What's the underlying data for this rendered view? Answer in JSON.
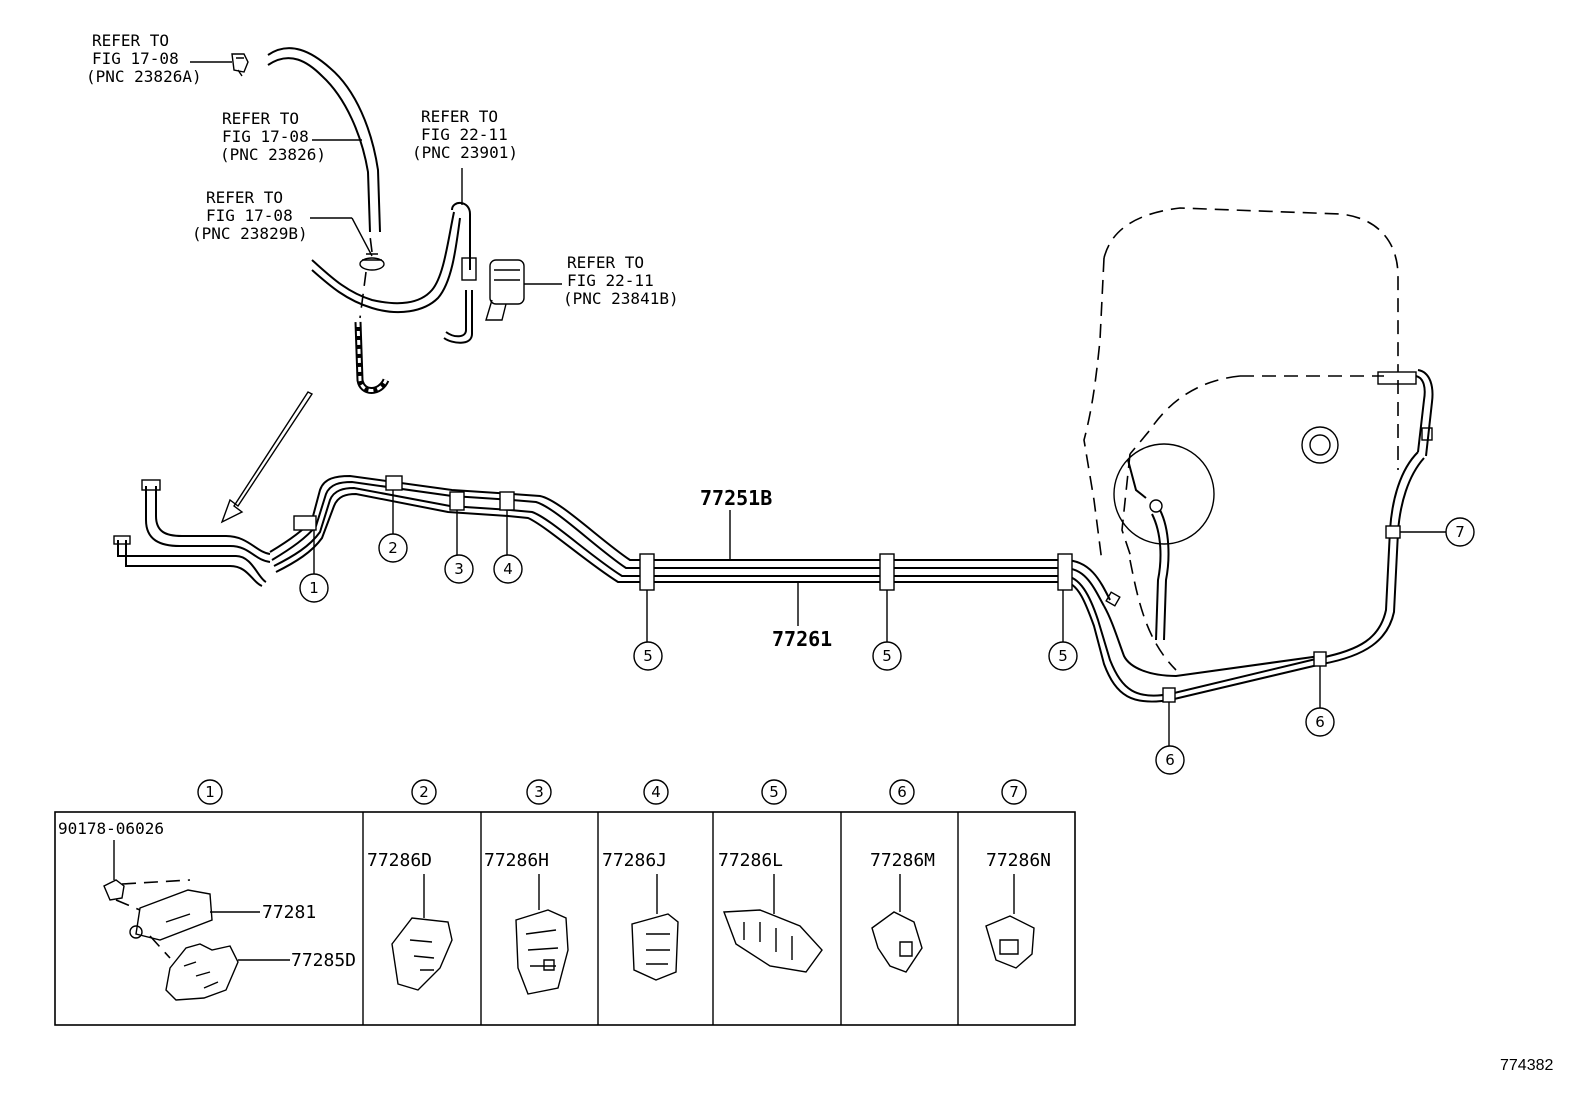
{
  "callouts": [
    {
      "lines": [
        "REFER TO",
        "FIG 17-08",
        "(PNC 23826A)"
      ]
    },
    {
      "lines": [
        "REFER TO",
        "FIG 17-08",
        "(PNC 23826)"
      ]
    },
    {
      "lines": [
        "REFER TO",
        "FIG 17-08",
        "(PNC 23829B)"
      ]
    },
    {
      "lines": [
        "REFER TO",
        "FIG 22-11",
        "(PNC 23901)"
      ]
    },
    {
      "lines": [
        "REFER TO",
        "FIG 22-11",
        "(PNC 23841B)"
      ]
    }
  ],
  "main_parts": {
    "upper_tube": "77251B",
    "lower_tube": "77261"
  },
  "clamp_marks": [
    "1",
    "2",
    "3",
    "4",
    "5",
    "5",
    "5",
    "6",
    "6",
    "7"
  ],
  "legend": {
    "headers": [
      "1",
      "2",
      "3",
      "4",
      "5",
      "6",
      "7"
    ],
    "cell1": {
      "bolt": "90178-06026",
      "bracket": "77281",
      "clamp": "77285D"
    },
    "parts": [
      "77286D",
      "77286H",
      "77286J",
      "77286L",
      "77286M",
      "77286N"
    ]
  },
  "illustration_id": "774382"
}
